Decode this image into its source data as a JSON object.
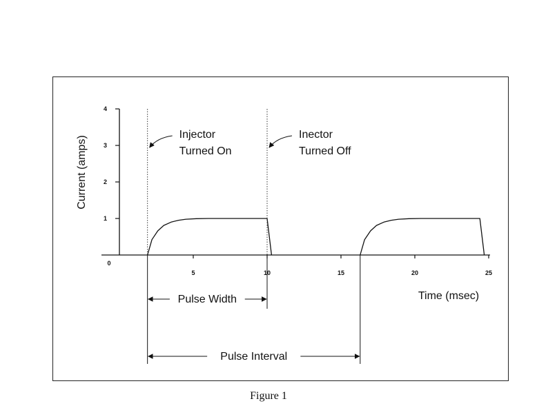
{
  "chart_data": {
    "type": "line",
    "title": "",
    "xlabel": "Time (msec)",
    "ylabel": "Current (amps)",
    "xlim": [
      0,
      25
    ],
    "ylim": [
      0,
      4
    ],
    "x_ticks": [
      5,
      10,
      15,
      20,
      25
    ],
    "y_ticks": [
      1,
      2,
      3,
      4
    ],
    "origin_label": "0",
    "grid": false,
    "legend": "none",
    "series": [
      {
        "x": [
          1.9,
          2.2,
          2.6,
          3.0,
          3.5,
          4.0,
          4.5,
          5.2,
          6.0,
          7.0,
          8.0,
          9.0,
          10.0,
          10.3
        ],
        "y": [
          0.0,
          0.42,
          0.66,
          0.81,
          0.9,
          0.95,
          0.98,
          0.995,
          1.0,
          1.0,
          1.0,
          1.0,
          1.0,
          0.0
        ]
      },
      {
        "x": [
          16.3,
          16.6,
          17.0,
          17.4,
          17.9,
          18.4,
          18.9,
          19.6,
          20.4,
          21.4,
          22.4,
          23.4,
          24.4,
          24.7
        ],
        "y": [
          0.0,
          0.42,
          0.66,
          0.81,
          0.9,
          0.95,
          0.98,
          0.995,
          1.0,
          1.0,
          1.0,
          1.0,
          1.0,
          0.0
        ]
      }
    ],
    "markers": [
      {
        "x": 1.9,
        "label": [
          "Injector",
          "Turned On"
        ]
      },
      {
        "x": 10.0,
        "label": [
          "Inector",
          "Turned Off"
        ]
      }
    ],
    "spans": [
      {
        "from": 1.9,
        "to": 10.0,
        "label": "Pulse Width"
      },
      {
        "from": 1.9,
        "to": 16.3,
        "label": "Pulse Interval"
      }
    ]
  },
  "caption": "Figure 1"
}
